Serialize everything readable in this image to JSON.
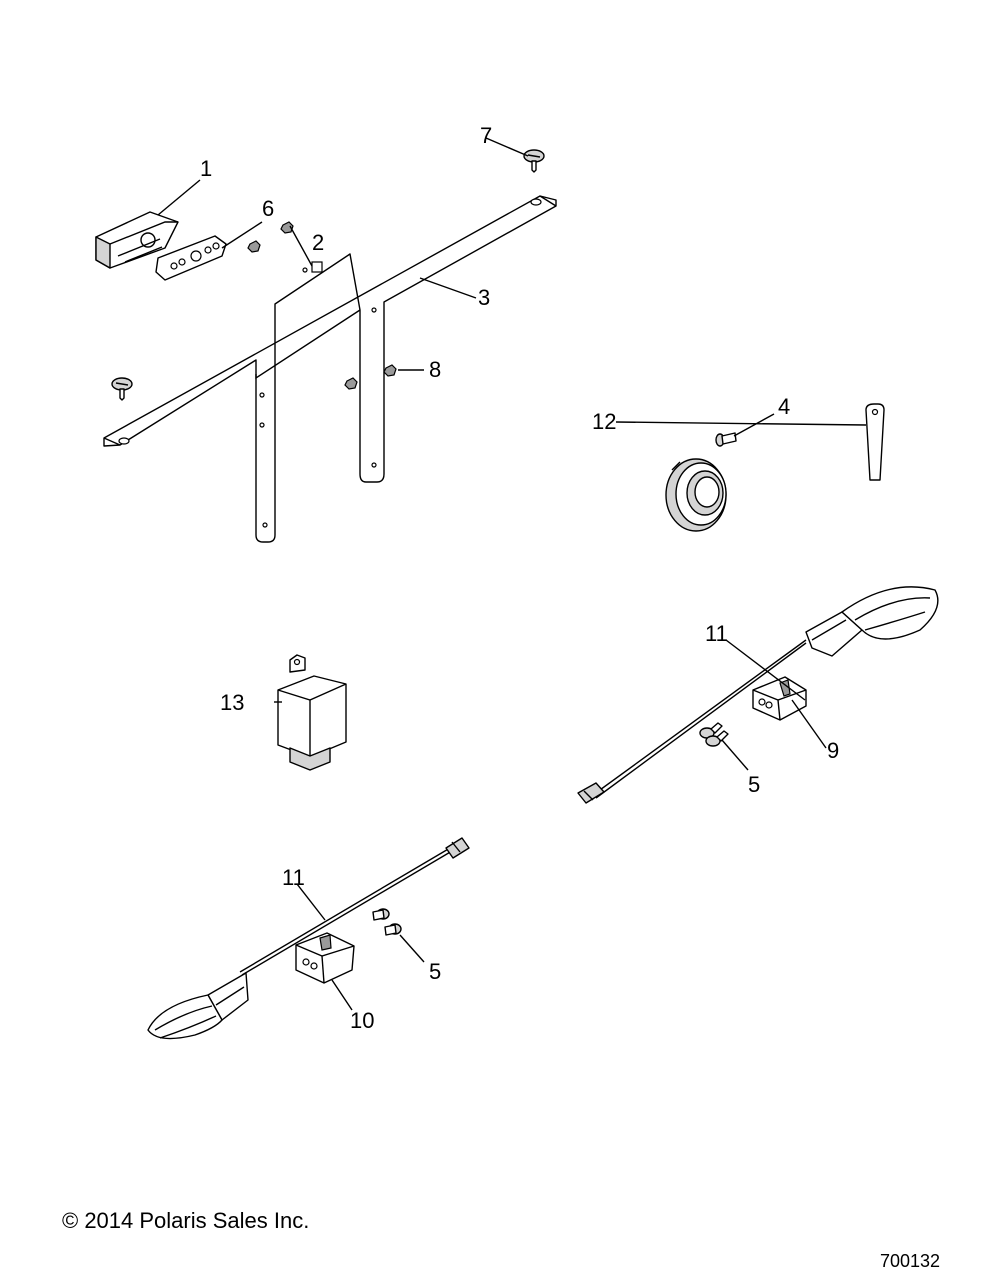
{
  "callouts": {
    "c1": "1",
    "c2": "2",
    "c3": "3",
    "c4": "4",
    "c5a": "5",
    "c5b": "5",
    "c6": "6",
    "c7": "7",
    "c8": "8",
    "c9": "9",
    "c10": "10",
    "c11a": "11",
    "c11b": "11",
    "c12": "12",
    "c13": "13"
  },
  "footer": {
    "copyright": "© 2014 Polaris Sales Inc.",
    "figure_number": "700132"
  }
}
